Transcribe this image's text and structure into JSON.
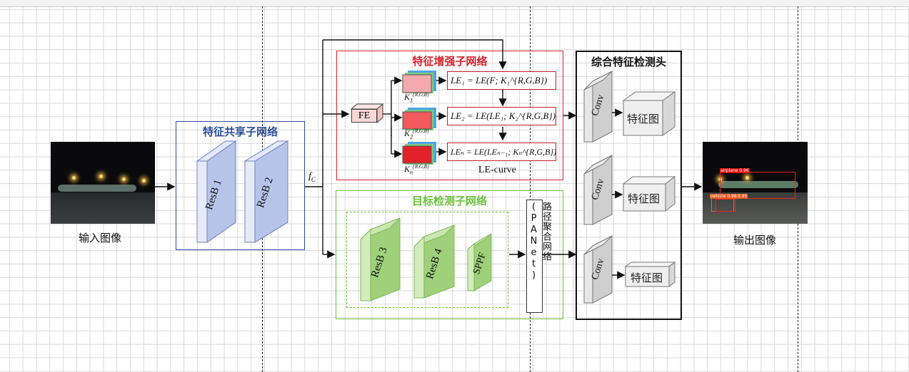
{
  "input_image": {
    "caption": "输入图像"
  },
  "output_image": {
    "caption": "输出图像",
    "detections": [
      {
        "label": "airplane 0.96"
      },
      {
        "label": "vehicle 0.96"
      },
      {
        "label": "0.95"
      }
    ]
  },
  "shared_network": {
    "title": "特征共享子网络",
    "blocks": [
      "ResB 1",
      "ResB 2"
    ],
    "output_label": "f",
    "output_sub": "C"
  },
  "enhance_network": {
    "title": "特征增强子网络",
    "fe_label": "FE",
    "k_labels": [
      {
        "main": "K",
        "sub": "1",
        "sup": "{R,G,B}"
      },
      {
        "main": "K",
        "sub": "2",
        "sup": "{R,G,B}"
      },
      {
        "main": "K",
        "sub": "n",
        "sup": "{R,G,B}"
      }
    ],
    "formulas": [
      "LE₁ = LE(F; K₁^{R,G,B})",
      "LE₂ = LE(LE₁; K₂^{R,G,B})",
      "LEₙ = LE(LEₙ₋₁; Kₙ^{R,G,B})"
    ],
    "curve_label": "LE-curve"
  },
  "detect_network": {
    "title": "目标检测子网络",
    "blocks": [
      "ResB 3",
      "ResB 4",
      "SPPF"
    ],
    "panet_label": "路径聚合网络(PANet)"
  },
  "head": {
    "title": "综合特征检测头",
    "conv_label": "Conv",
    "feature_label": "特征图",
    "rows": [
      {
        "conv": "Conv",
        "feature": "特征图"
      },
      {
        "conv": "Conv",
        "feature": "特征图"
      },
      {
        "conv": "Conv",
        "feature": "特征图"
      }
    ]
  },
  "colors": {
    "shared": "#2f4f9a",
    "enhance": "#d9222c",
    "detect": "#6bbf3a",
    "head": "#111111"
  }
}
